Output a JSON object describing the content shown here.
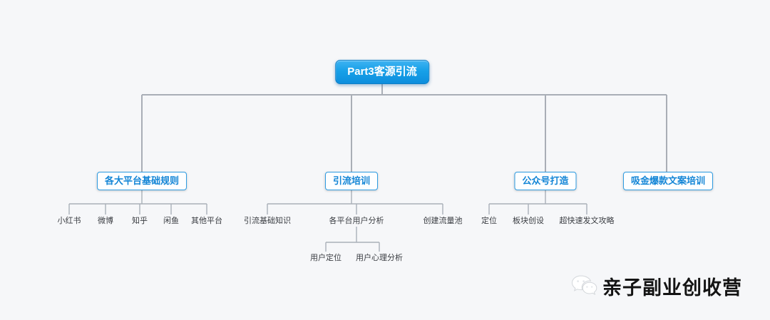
{
  "diagram": {
    "type": "mindmap-tree",
    "root": "Part3客源引流",
    "branches": [
      {
        "label": "各大平台基础规则",
        "children": [
          {
            "label": "小红书"
          },
          {
            "label": "微博"
          },
          {
            "label": "知乎"
          },
          {
            "label": "闲鱼"
          },
          {
            "label": "其他平台"
          }
        ]
      },
      {
        "label": "引流培训",
        "children": [
          {
            "label": "引流基础知识"
          },
          {
            "label": "各平台用户分析",
            "children": [
              {
                "label": "用户定位"
              },
              {
                "label": "用户心理分析"
              }
            ]
          },
          {
            "label": "创建流量池"
          }
        ]
      },
      {
        "label": "公众号打造",
        "children": [
          {
            "label": "定位"
          },
          {
            "label": "板块创设"
          },
          {
            "label": "超快速发文攻略"
          }
        ]
      },
      {
        "label": "吸金爆款文案培训",
        "children": []
      }
    ]
  },
  "watermark": {
    "label": "亲子副业创收营",
    "icon": "wechat-icon"
  },
  "colors": {
    "background": "#f6f7f9",
    "root_node_bg": "#17a0e8",
    "root_node_border": "#0c7ec6",
    "branch_border": "#2f9ce2",
    "branch_text": "#1385d6",
    "connector_line": "#a9aeb6",
    "leaf_text": "#3a3d42",
    "watermark_text": "#141414"
  }
}
